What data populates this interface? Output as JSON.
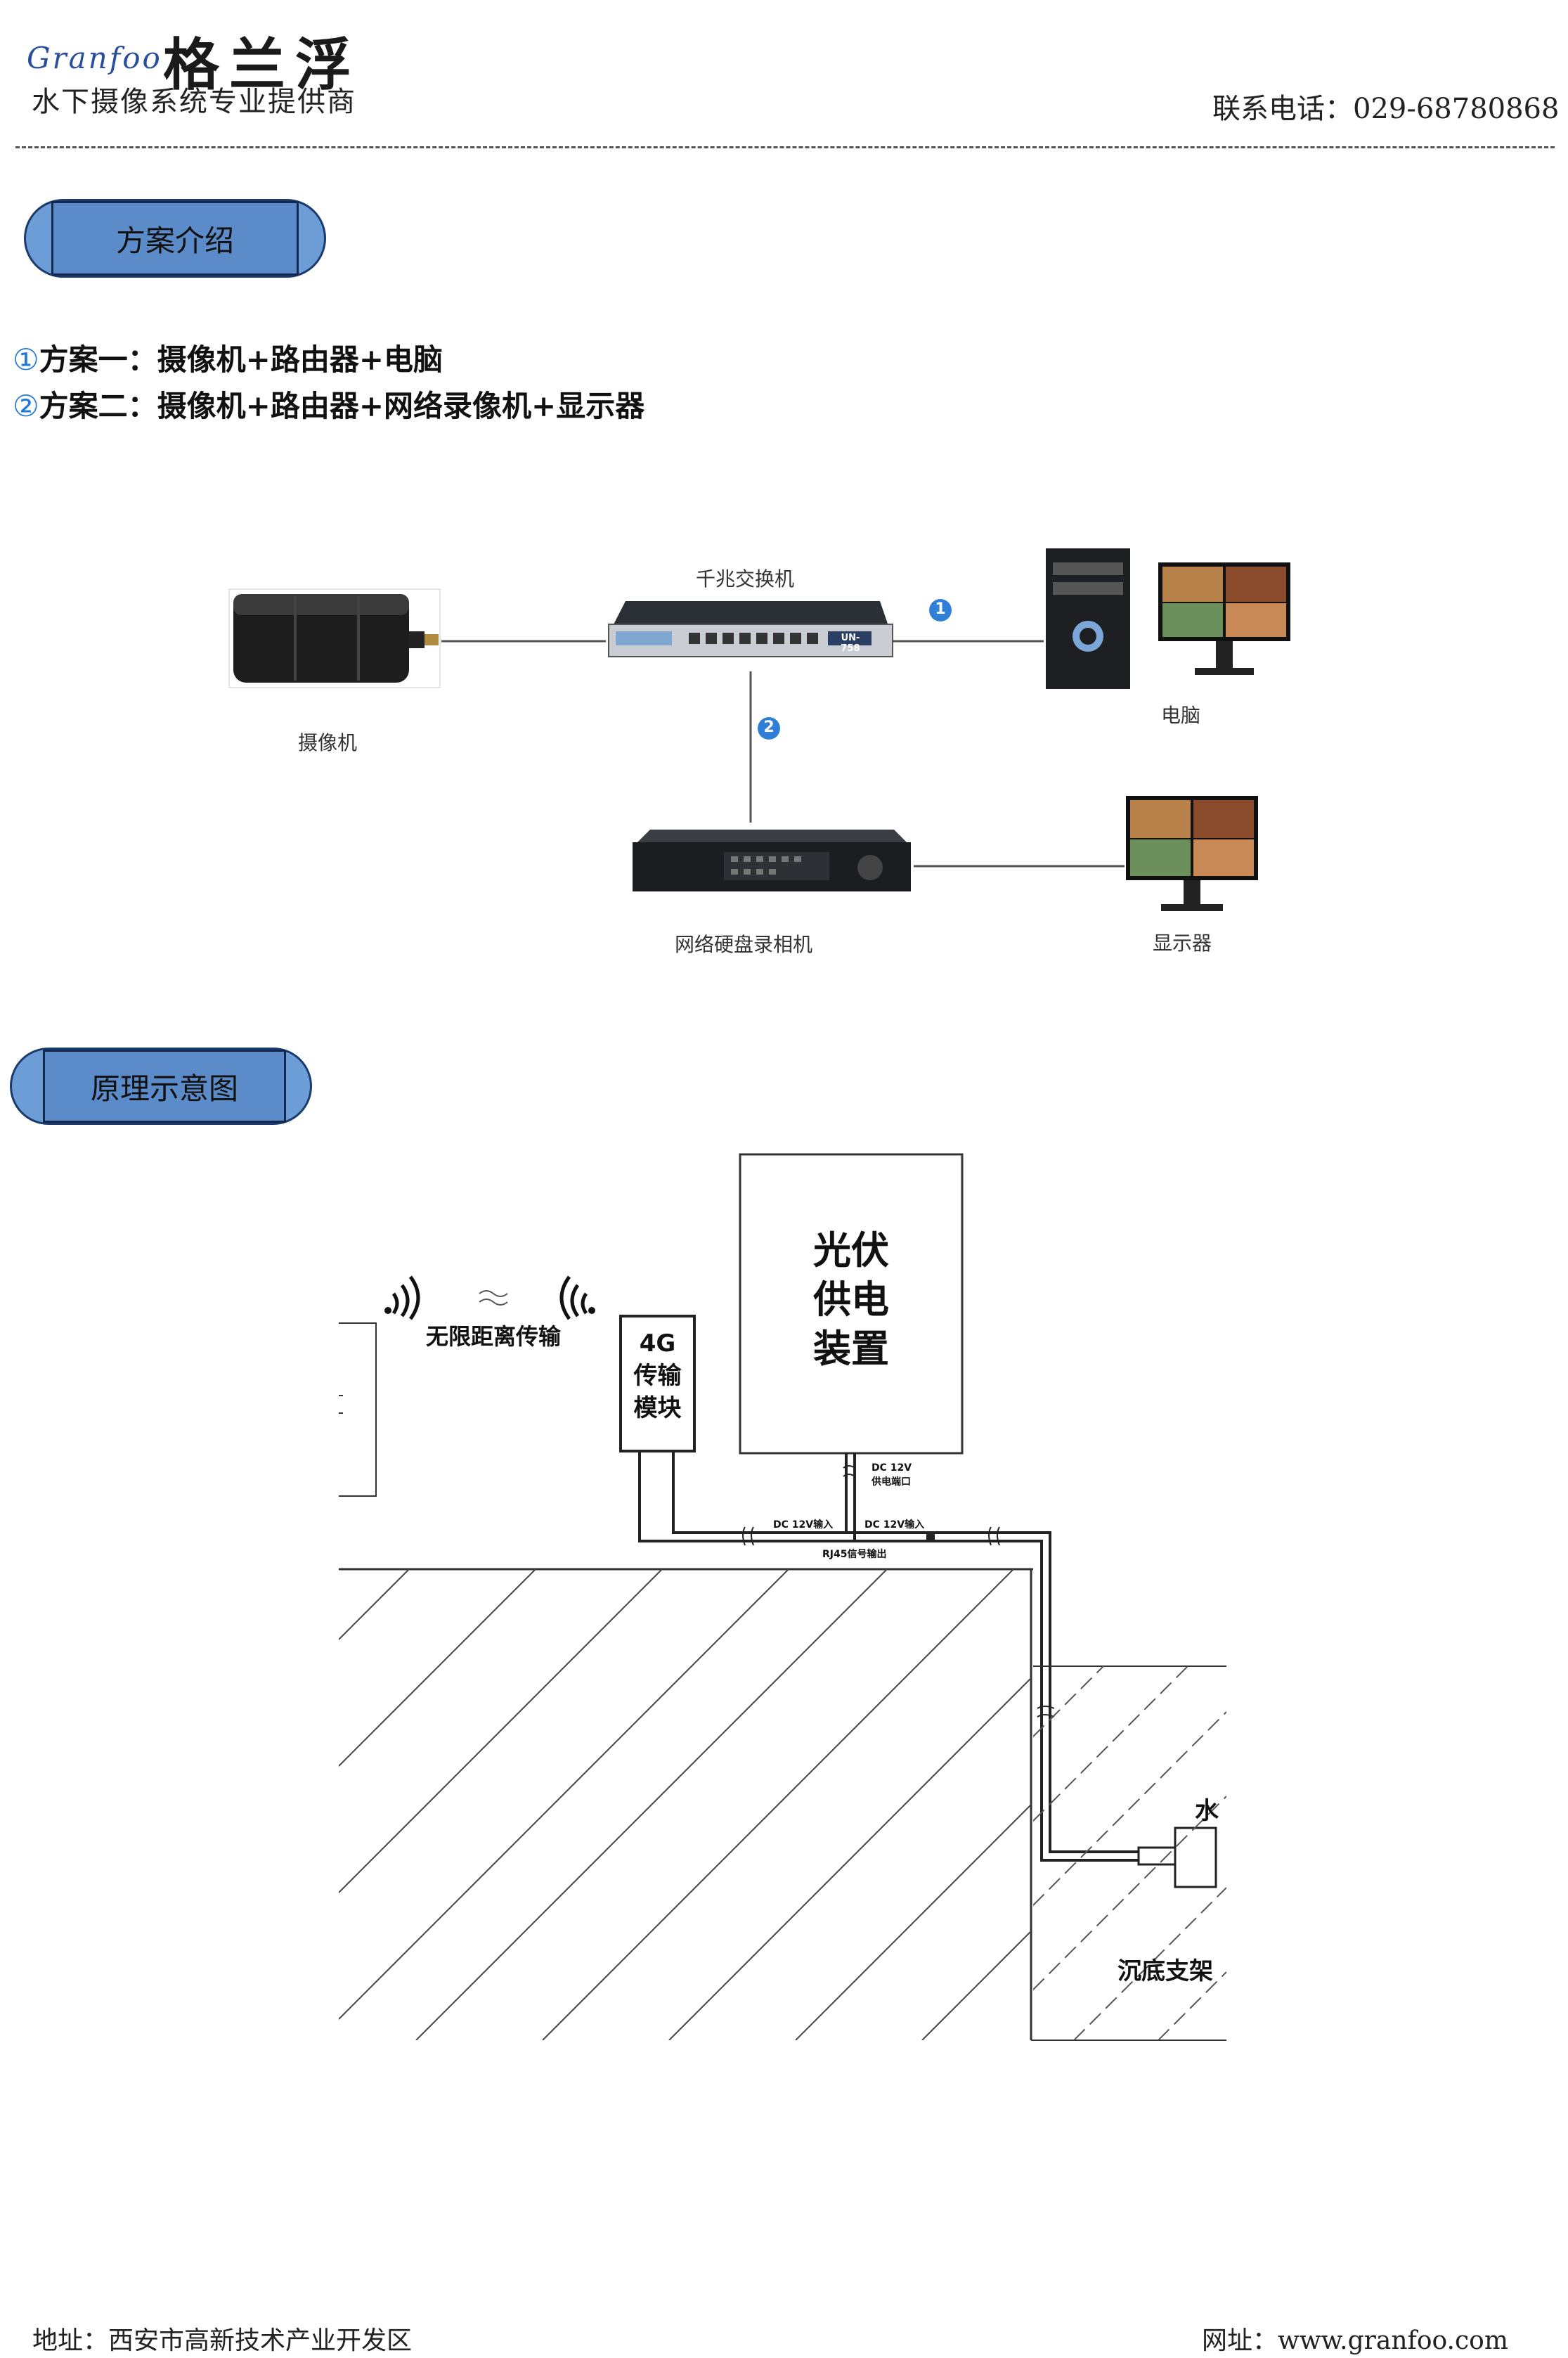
{
  "header": {
    "logo_latin": "Granfoo",
    "logo_cn": "格兰浮",
    "tagline": "水下摄像系统专业提供商",
    "phone": "联系电话：029-68780868"
  },
  "section1": {
    "title": "方案介绍"
  },
  "plans": [
    {
      "num": "①",
      "text": "方案一：摄像机+路由器+电脑"
    },
    {
      "num": "②",
      "text": "方案二：摄像机+路由器+网络录像机+显示器"
    }
  ],
  "network_diagram": {
    "switch_label": "千兆交换机",
    "switch_badge": "UN-758",
    "camera_label": "摄像机",
    "pc_label": "电脑",
    "nvr_label": "网络硬盘录相机",
    "monitor_label": "显示器",
    "badge1": "1",
    "badge2": "2"
  },
  "section2": {
    "title": "原理示意图"
  },
  "schematic": {
    "pv_line1": "光伏",
    "pv_line2": "供电",
    "pv_line3": "装置",
    "module_line1": "4G",
    "module_line2": "传输",
    "module_line3": "模块",
    "wireless_label": "无限距离传输",
    "port_line1": "DC 12V",
    "port_line2": "供电端口",
    "dc_input_a": "DC 12V输入",
    "dc_input_b": "DC 12V输入",
    "rj45_label": "RJ45信号输出",
    "water_label": "水",
    "bracket_label": "沉底支架"
  },
  "footer": {
    "address": "地址：西安市高新技术产业开发区",
    "website": "网址：www.granfoo.com"
  },
  "colors": {
    "accent": "#5b8bc8",
    "badge": "#2f7fd6",
    "text": "#111111"
  }
}
